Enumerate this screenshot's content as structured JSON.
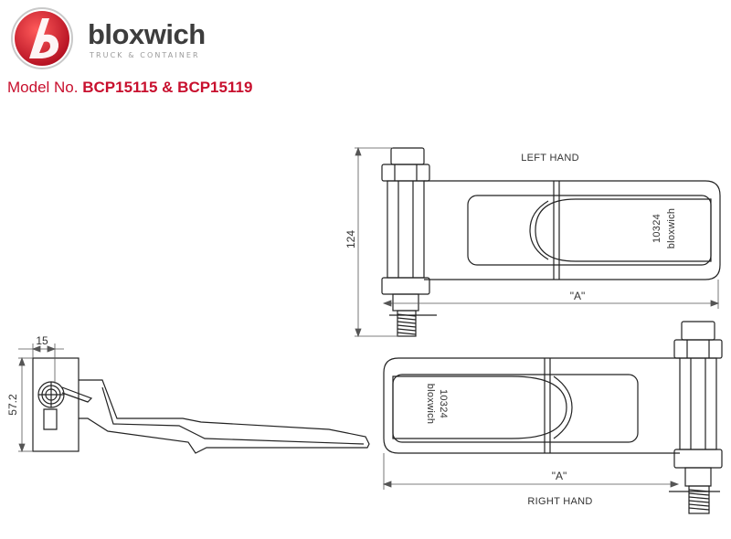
{
  "brand": {
    "name": "bloxwich",
    "tagline": "TRUCK & CONTAINER",
    "red": "#c8102e"
  },
  "model": {
    "prefix": "Model No.",
    "numbers": "BCP15115 & BCP15119"
  },
  "drawing": {
    "left_hand_label": "LEFT HAND",
    "right_hand_label": "RIGHT HAND",
    "dim_height": "124",
    "dim_a_top": "\"A\"",
    "dim_a_bottom": "\"A\"",
    "dim_width_side": "15",
    "dim_height_side": "57.2",
    "part_code": "10324",
    "part_brand": "bloxwich"
  }
}
